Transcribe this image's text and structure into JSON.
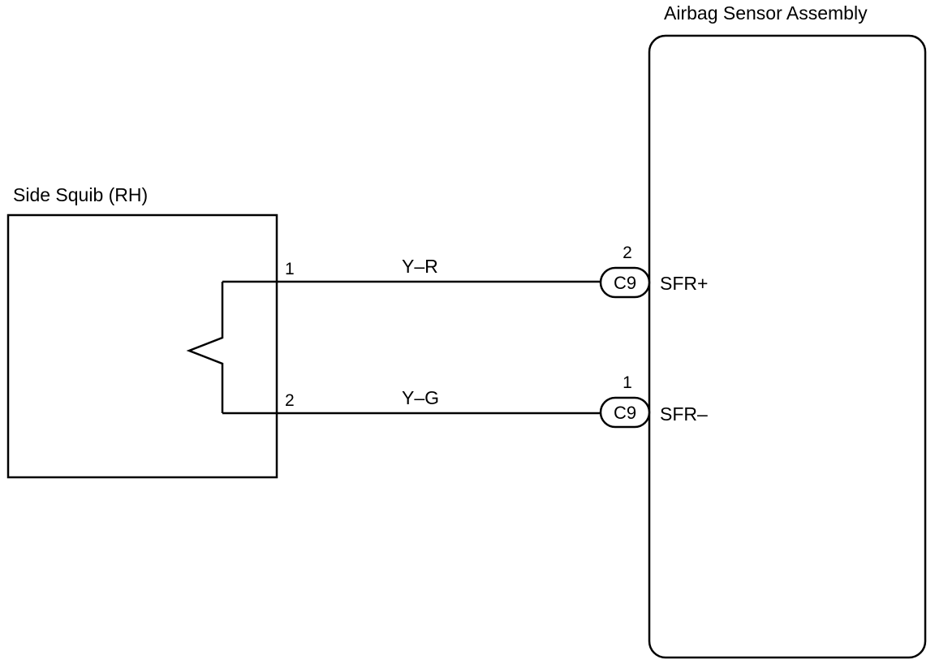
{
  "components": {
    "airbag_sensor": {
      "label": "Airbag Sensor Assembly"
    },
    "side_squib": {
      "label": "Side Squib (RH)"
    }
  },
  "circuits": [
    {
      "squib_pin": "1",
      "wire_color": "Y–R",
      "connector": "C9",
      "connector_pin": "2",
      "terminal": "SFR+"
    },
    {
      "squib_pin": "2",
      "wire_color": "Y–G",
      "connector": "C9",
      "connector_pin": "1",
      "terminal": "SFR–"
    }
  ]
}
